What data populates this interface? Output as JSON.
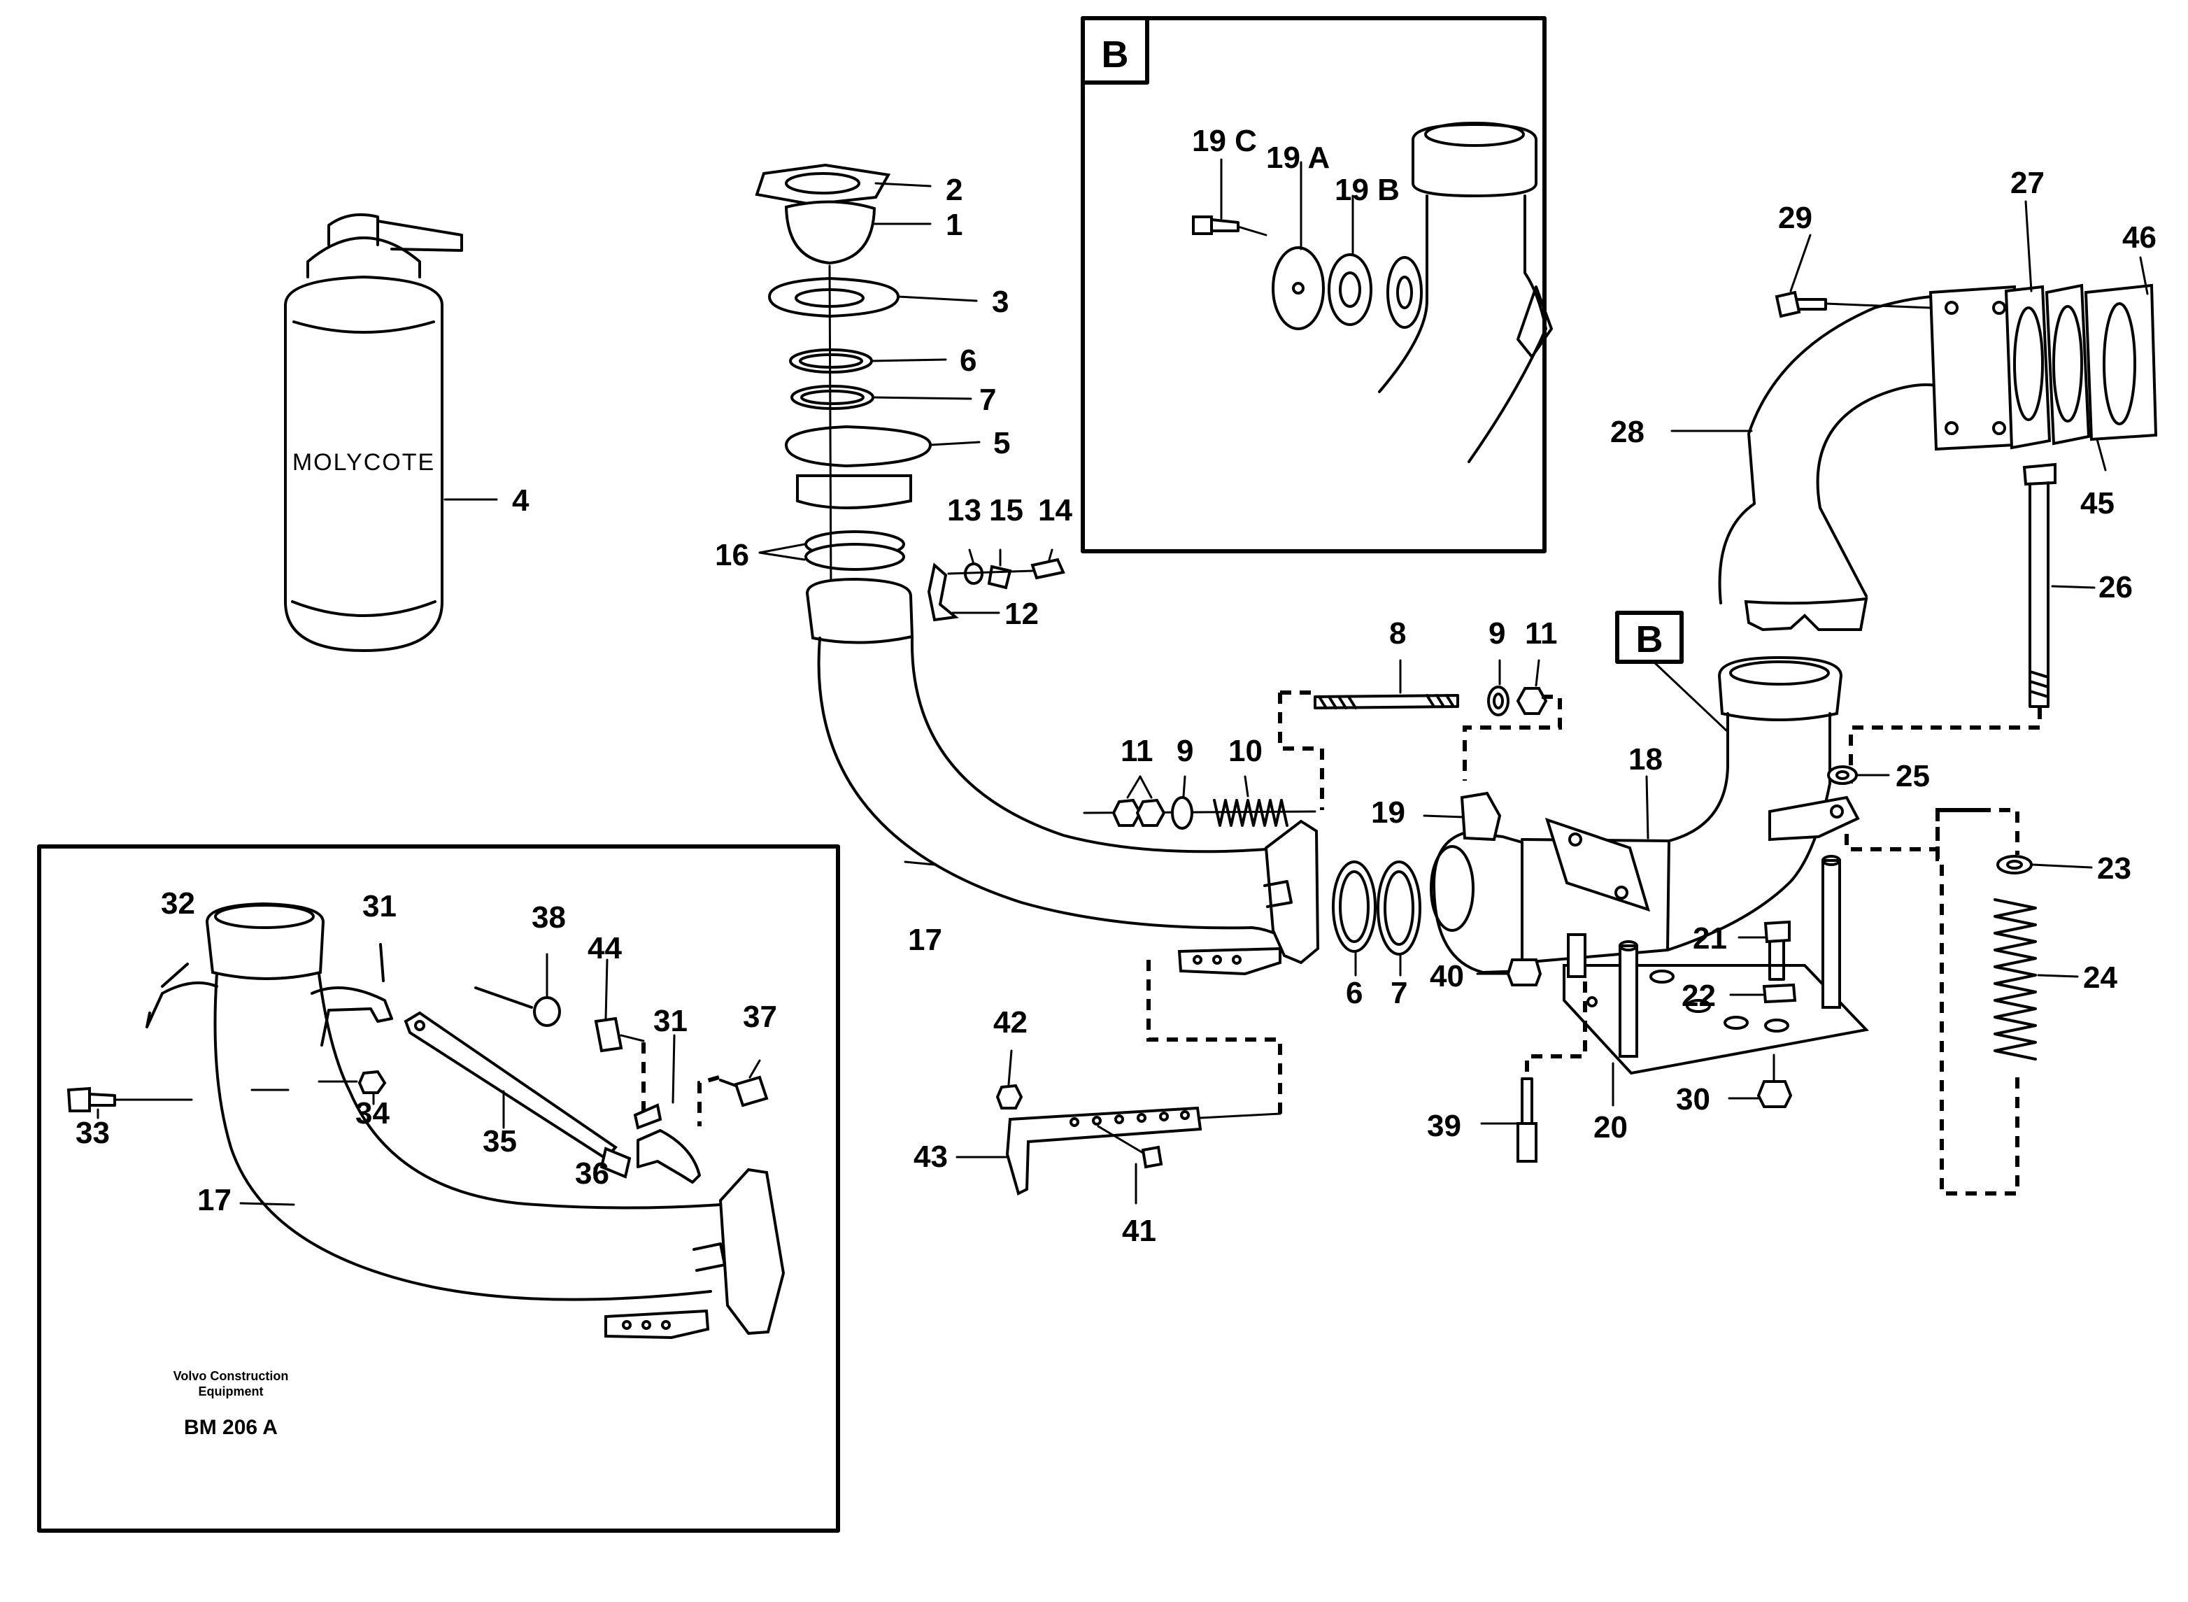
{
  "diagram": {
    "maker_line1": "Volvo Construction",
    "maker_line2": "Equipment",
    "drawing_number": "BM 206 A",
    "can_label": "MOLYCOTE",
    "detail_letter": "B",
    "callouts": {
      "c1": "1",
      "c2": "2",
      "c3": "3",
      "c4": "4",
      "c5": "5",
      "c6": "6",
      "c6b": "6",
      "c7": "7",
      "c7b": "7",
      "c8": "8",
      "c9": "9",
      "c9b": "9",
      "c10": "10",
      "c11": "11",
      "c11b": "11",
      "c12": "12",
      "c13": "13",
      "c14": "14",
      "c15": "15",
      "c16": "16",
      "c17": "17",
      "c17b": "17",
      "c18": "18",
      "c19": "19",
      "c19a": "19 A",
      "c19b": "19 B",
      "c19c": "19 C",
      "c20": "20",
      "c21": "21",
      "c22": "22",
      "c23": "23",
      "c24": "24",
      "c25": "25",
      "c26": "26",
      "c27": "27",
      "c28": "28",
      "c29": "29",
      "c30": "30",
      "c31": "31",
      "c31b": "31",
      "c32": "32",
      "c33": "33",
      "c34": "34",
      "c35": "35",
      "c36": "36",
      "c37": "37",
      "c38": "38",
      "c39": "39",
      "c40": "40",
      "c41": "41",
      "c42": "42",
      "c43": "43",
      "c44": "44",
      "c45": "45",
      "c46": "46"
    }
  }
}
